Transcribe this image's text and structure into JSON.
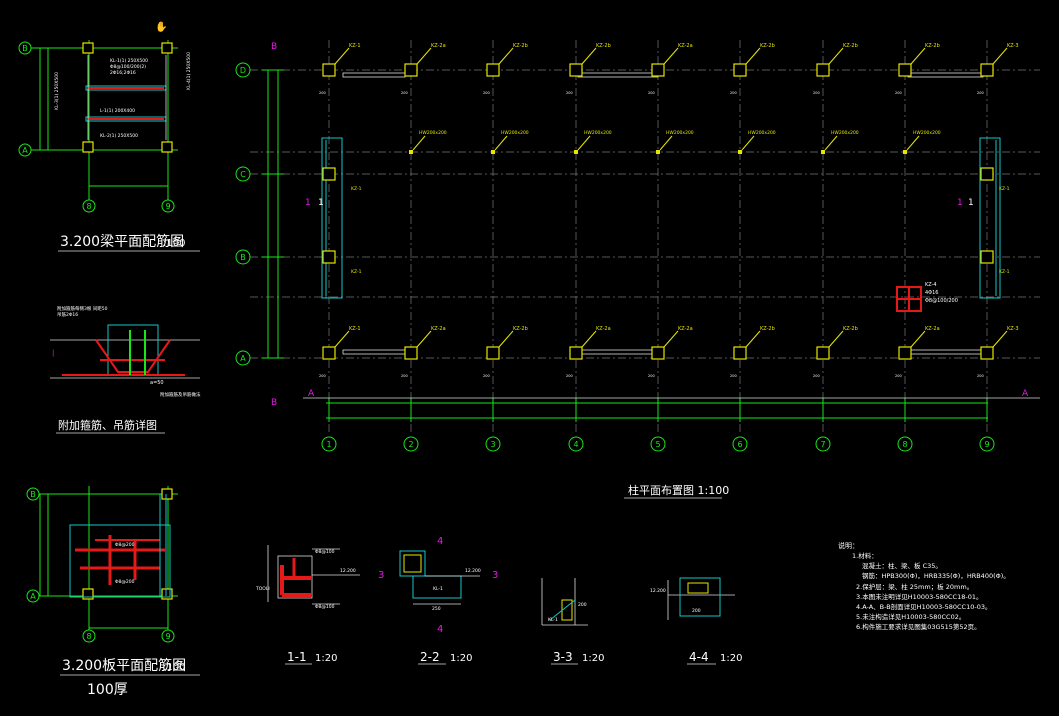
{
  "plan": {
    "title": "柱平面布置图 1:100",
    "axes_x": [
      "1",
      "2",
      "3",
      "4",
      "5",
      "6",
      "7",
      "8",
      "9"
    ],
    "axes_y": [
      "D",
      "C",
      "B",
      "A"
    ],
    "col_labels_top": [
      "KZ-1",
      "KZ-2a",
      "KZ-2b",
      "KZ-2b",
      "KZ-2a",
      "KZ-2b",
      "KZ-2b",
      "KZ-2b",
      "KZ-3"
    ],
    "col_labels_bottom": [
      "KZ-1",
      "KZ-2a",
      "KZ-2b",
      "KZ-2a",
      "KZ-2a",
      "KZ-2b",
      "KZ-2b",
      "KZ-2a",
      "KZ-3"
    ],
    "mid_labels": [
      "HW200x200",
      "HW200x200",
      "HW200x200",
      "HW200x200",
      "HW200x200",
      "HW200x200",
      "HW200x200"
    ],
    "side_labels": [
      "KZ-1",
      "KZ-1",
      "KZ-1",
      "KZ-1"
    ],
    "section_marks": [
      "A",
      "A",
      "B",
      "B",
      "1",
      "1"
    ]
  },
  "beam_plan": {
    "title": "3.200梁平面配筋图",
    "scale": ":100",
    "axes": [
      "B",
      "A",
      "8",
      "9"
    ]
  },
  "detail": {
    "title": "附加箍筋、吊筋详图"
  },
  "slab_plan": {
    "title": "3.200板平面配筋图",
    "scale": ":100",
    "thickness": "100厚",
    "axes": [
      "B",
      "A",
      "8",
      "9"
    ]
  },
  "sections": [
    {
      "label": "1-1",
      "scale": "1:20"
    },
    {
      "label": "2-2",
      "scale": "1:20"
    },
    {
      "label": "3-3",
      "scale": "1:20"
    },
    {
      "label": "4-4",
      "scale": "1:20"
    }
  ],
  "section_marks_small": [
    "3",
    "3",
    "4",
    "4"
  ],
  "notes": {
    "heading": "说明：",
    "lines": [
      "1.材料：",
      "混凝土：柱、梁、板 C35。",
      "钢筋：HPB300(Φ)，HRB335(Φ)，HRB400(Φ)。",
      "2.保护层：梁、柱 25mm；板 20mm。",
      "3.本图未注明详见H10003-580CC18-01。",
      "4.A-A、B-B剖面详见H10003-580CC10-03。",
      "5.未注构造详见H10003-580CC02。",
      "6.构件施工要求详见图集03G515第52页。"
    ]
  },
  "colors": {
    "background": "#000000",
    "axis": "#19e619",
    "column": "#e6e600",
    "rebar": "#e61919",
    "text": "#ffffff",
    "marker": "#e619e6",
    "beam": "#19c6c6"
  }
}
